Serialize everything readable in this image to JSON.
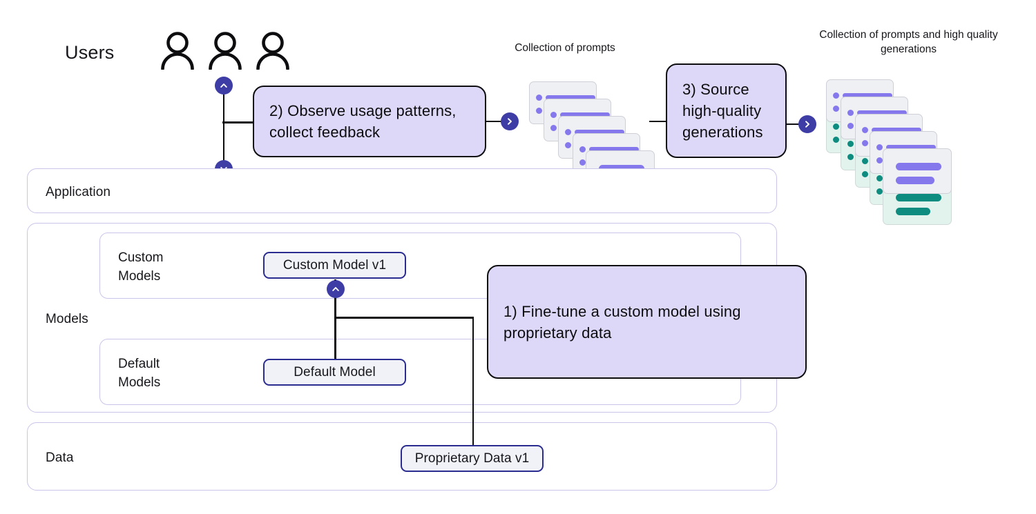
{
  "diagram": {
    "users": {
      "label": "Users",
      "person_count": 3,
      "icon": "person-icon"
    },
    "layers": [
      {
        "id": "application",
        "label": "Application"
      },
      {
        "id": "models",
        "label": "Models"
      },
      {
        "id": "data",
        "label": "Data"
      }
    ],
    "sublayers": [
      {
        "id": "custom-models",
        "label": "Custom\nModels"
      },
      {
        "id": "default-models",
        "label": "Default\nModels"
      }
    ],
    "nodes": [
      {
        "id": "custom-model-v1",
        "label": "Custom Model v1"
      },
      {
        "id": "default-model",
        "label": "Default Model"
      },
      {
        "id": "proprietary-data-v1",
        "label": "Proprietary Data v1"
      }
    ],
    "callouts": [
      {
        "id": "step-1",
        "text": "1) Fine-tune a custom model using proprietary data"
      },
      {
        "id": "step-2",
        "text": "2) Observe usage patterns, collect feedback"
      },
      {
        "id": "step-3",
        "text": "3) Source high-quality generations"
      }
    ],
    "stacks": [
      {
        "id": "prompts-stack",
        "caption": "Collection of prompts",
        "card_count": 5,
        "kinds": [
          "prompt"
        ]
      },
      {
        "id": "prompts-and-generations-stack",
        "caption": "Collection of prompts and high quality generations",
        "card_count": 5,
        "kinds": [
          "prompt",
          "generation"
        ]
      }
    ],
    "badges": [
      {
        "id": "users-up",
        "glyph": "chevron-up"
      },
      {
        "id": "application-down",
        "glyph": "chevron-down"
      },
      {
        "id": "step2-right",
        "glyph": "chevron-right"
      },
      {
        "id": "step3-right",
        "glyph": "chevron-right"
      },
      {
        "id": "custom-model-up",
        "glyph": "chevron-up"
      }
    ],
    "colors": {
      "callout_fill": "#ddd8f7",
      "callout_stroke": "#0d0d10",
      "layer_stroke": "#c9c5ea",
      "pill_stroke": "#2b2c8f",
      "pill_fill": "#f1f2f7",
      "badge_fill": "#3d3da5",
      "accent_purple": "#8577ec",
      "accent_teal": "#0e8c7f",
      "card_fill_prompt": "#eff0f4",
      "card_fill_generation": "#e2f3ee"
    }
  }
}
